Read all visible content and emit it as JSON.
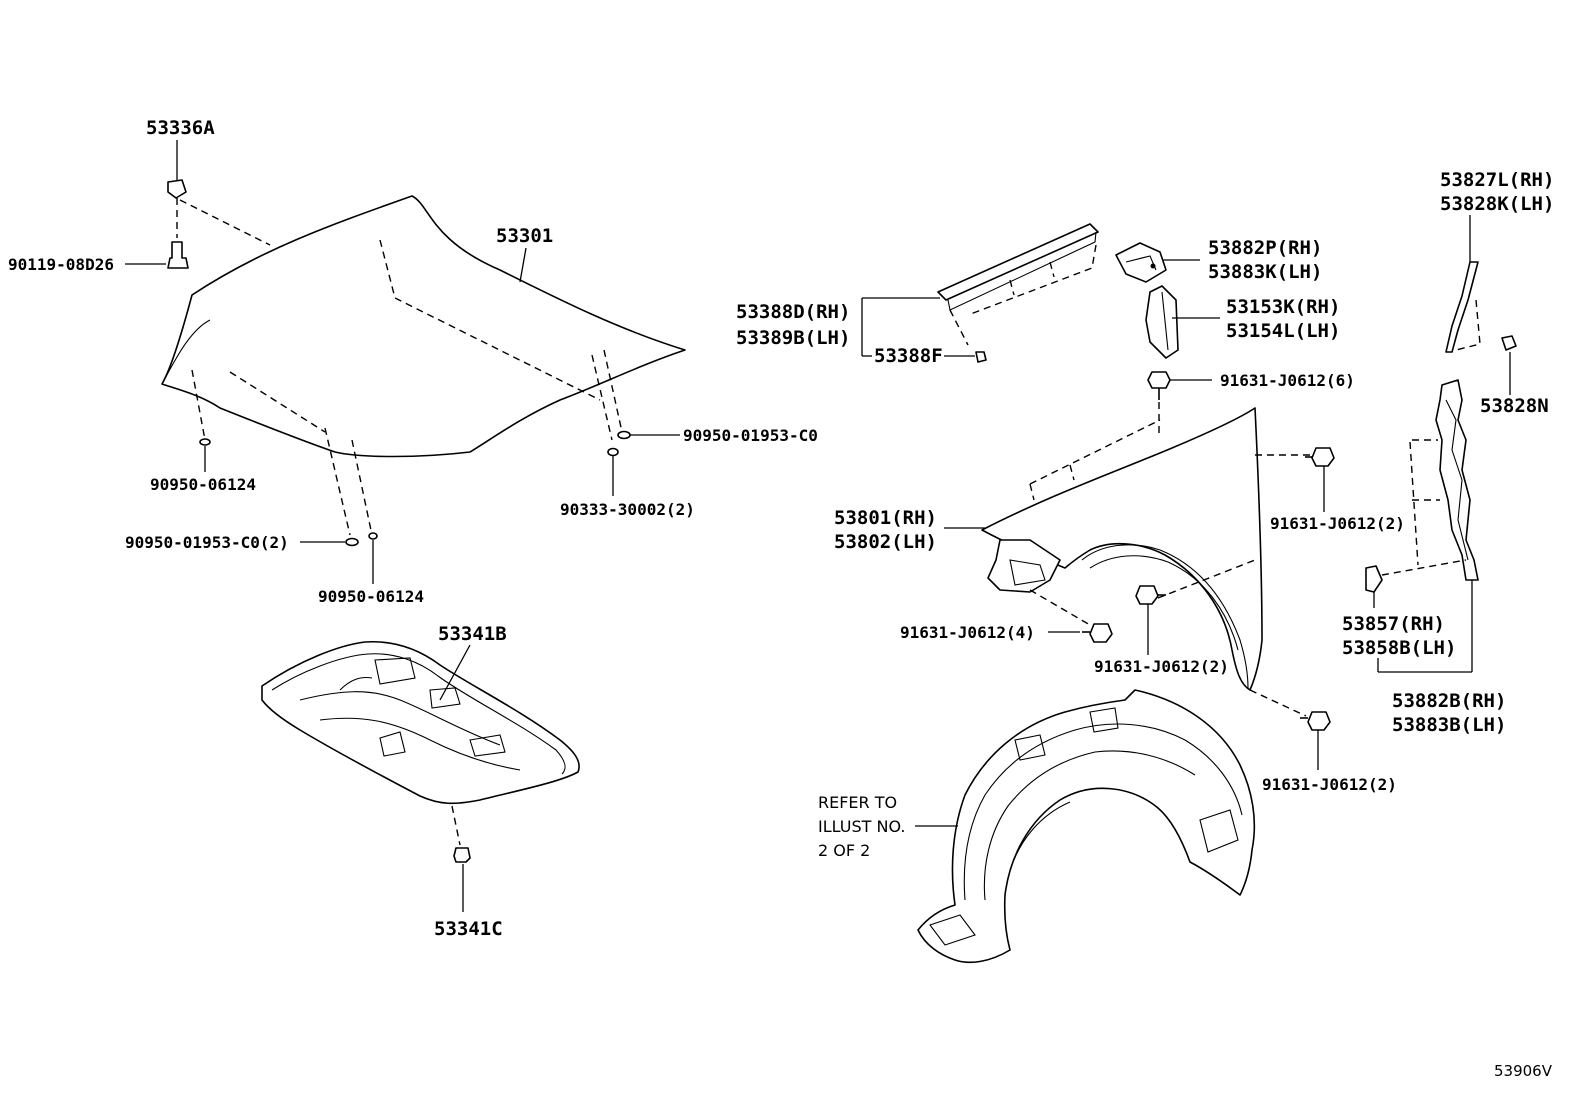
{
  "labels": {
    "p53336a": "53336A",
    "p90119": "90119-08D26",
    "p53301": "53301",
    "p90950_06124_left": "90950-06124",
    "p90950_01953_c0_2": "90950-01953-C0(2)",
    "p90950_06124_bottom": "90950-06124",
    "p90950_01953_c0": "90950-01953-C0",
    "p90333": "90333-30002(2)",
    "p53341b": "53341B",
    "p53341c": "53341C",
    "p53388d": "53388D(RH)",
    "p53389b": "53389B(LH)",
    "p53388f": "53388F",
    "p53882p": "53882P(RH)",
    "p53883k": "53883K(LH)",
    "p53153k": "53153K(RH)",
    "p53154l": "53154L(LH)",
    "p91631_6": "91631-J0612(6)",
    "p53827l": "53827L(RH)",
    "p53828k": "53828K(LH)",
    "p53828n": "53828N",
    "p53801": "53801(RH)",
    "p53802": "53802(LH)",
    "p91631_2a": "91631-J0612(2)",
    "p91631_4": "91631-J0612(4)",
    "p91631_2b": "91631-J0612(2)",
    "p53857": "53857(RH)",
    "p53858b": "53858B(LH)",
    "p53882b": "53882B(RH)",
    "p53883b": "53883B(LH)",
    "p91631_2c": "91631-J0612(2)"
  },
  "note": {
    "line1": "REFER TO",
    "line2": "ILLUST NO.",
    "line3": "2 OF 2"
  },
  "reference": "53906V"
}
